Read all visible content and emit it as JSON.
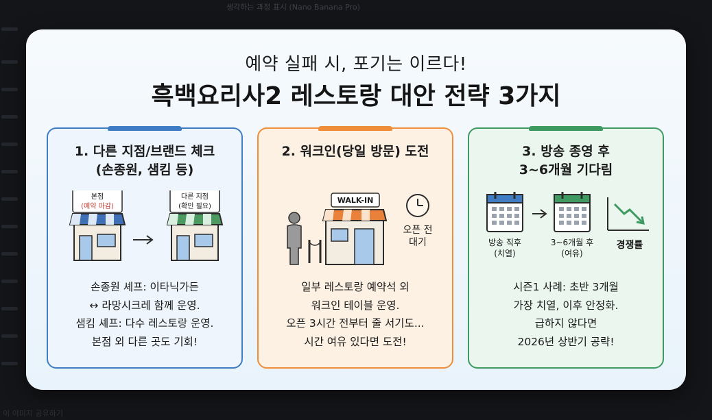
{
  "background": {
    "top_label": "생각하는 과정 표시 (Nano Banana Pro)",
    "bottom_label": "이 이미지 공유하기"
  },
  "card": {
    "subtitle": "예약 실패 시, 포기는 이르다!",
    "title": "흑백요리사2 레스토랑 대안 전략 3가지"
  },
  "panels": [
    {
      "title_line1": "1. 다른 지점/브랜드 체크",
      "title_line2": "(손종원, 샘킴 등)",
      "illustration": {
        "sign1_line1": "본점",
        "sign1_line2": "(예약 마감)",
        "sign2_line1": "다른 지점",
        "sign2_line2": "(확인 필요)"
      },
      "body": [
        "손종원 셰프: 이타닉가든",
        "↔ 라망시크레 함께 운영.",
        "샘킴 셰프: 다수 레스토랑 운영.",
        "본점 외 다른 곳도 기회!"
      ],
      "accent": "#3f7cc4"
    },
    {
      "title_line1": "2. 워크인(당일 방문) 도전",
      "title_line2": "",
      "illustration": {
        "sign": "WALK-IN",
        "clock_line1": "오픈 전",
        "clock_line2": "대기"
      },
      "body": [
        "일부 레스토랑 예약석 외",
        "워크인 테이블 운영.",
        "오픈 3시간 전부터 줄 서기도...",
        "시간 여유 있다면 도전!"
      ],
      "accent": "#ee8e3a"
    },
    {
      "title_line1": "3. 방송 종영 후",
      "title_line2": "3~6개월 기다림",
      "illustration": {
        "cal1_line1": "방송 직후",
        "cal1_line2": "(치열)",
        "cal2_line1": "3~6개월 후",
        "cal2_line2": "(여유)",
        "chart_label": "경쟁률"
      },
      "body": [
        "시즌1 사례: 초반 3개월",
        "가장 치열, 이후 안정화.",
        "급하지 않다면",
        "2026년 상반기 공략!"
      ],
      "accent": "#3f9a62"
    }
  ]
}
